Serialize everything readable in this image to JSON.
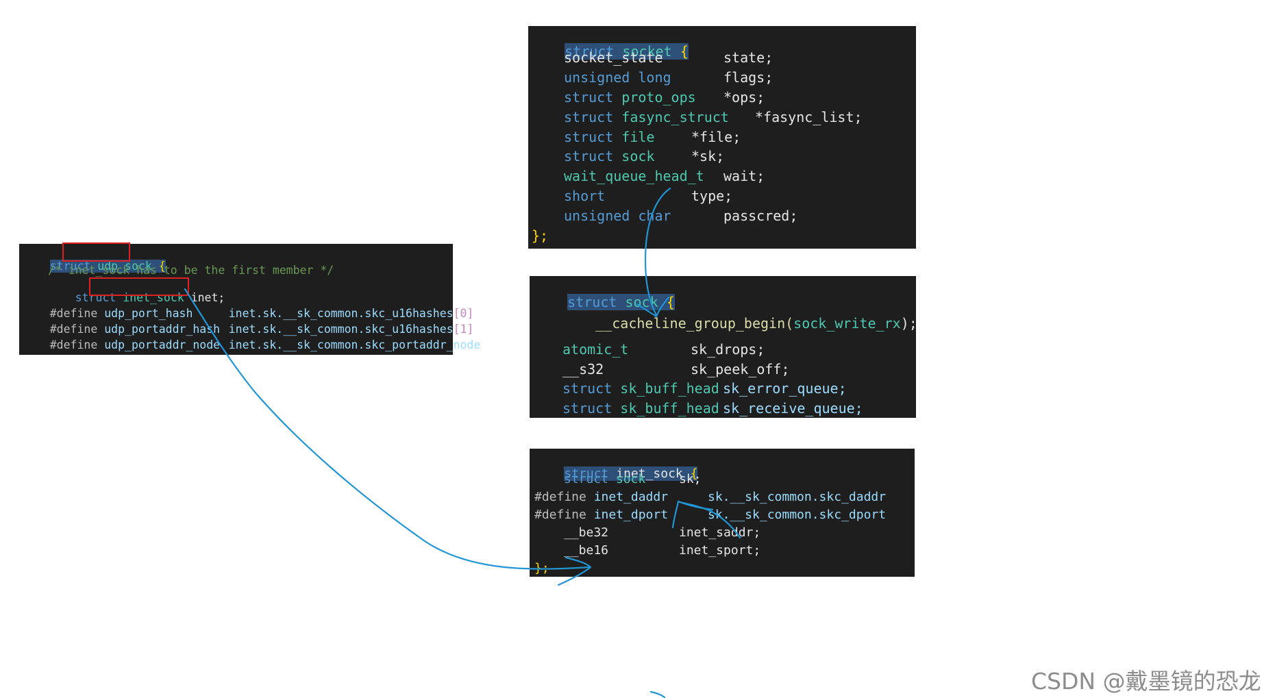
{
  "udp_sock": {
    "l1": {
      "a": "struct",
      "b": "udp_sock",
      "c": "{"
    },
    "l2": "/* inet_sock has to be the first member */",
    "l3": {
      "a": "struct",
      "b": "inet_sock",
      "c": "inet;"
    },
    "l4": {
      "a": "#define",
      "b": "udp_port_hash",
      "c": "inet.sk.__sk_common.skc_u16hashes",
      "d": "[0]"
    },
    "l5": {
      "a": "#define",
      "b": "udp_portaddr_hash",
      "c": "inet.sk.__sk_common.skc_u16hashes",
      "d": "[1]"
    },
    "l6": {
      "a": "#define",
      "b": "udp_portaddr_node",
      "c": "inet.sk.__sk_common.skc_portaddr_node"
    }
  },
  "socket": {
    "l1": {
      "a": "struct",
      "b": "socket",
      "c": "{"
    },
    "l2": {
      "a": "socket_state",
      "b": "state;"
    },
    "l3": {
      "a": "unsigned",
      "a2": "long",
      "b": "flags;"
    },
    "l4": {
      "a": "struct",
      "a2": "proto_ops",
      "b": "*ops;"
    },
    "l5": {
      "a": "struct",
      "a2": "fasync_struct",
      "b": "*fasync_list;"
    },
    "l6": {
      "a": "struct",
      "a2": "file",
      "b": "*file;"
    },
    "l7": {
      "a": "struct",
      "a2": "sock",
      "b": "*sk;"
    },
    "l8": {
      "a": "wait_queue_head_t",
      "b": "wait;"
    },
    "l9": {
      "a": "short",
      "b": "type;"
    },
    "l10": {
      "a": "unsigned",
      "a2": "char",
      "b": "passcred;"
    },
    "l11": "};"
  },
  "sock": {
    "l1": {
      "a": "struct",
      "b": "sock",
      "c": "{"
    },
    "l2": {
      "a": "__cacheline_group_begin(",
      "b": "sock_write_rx",
      "c": ");"
    },
    "l3": {
      "a": "atomic_t",
      "b": "sk_drops;"
    },
    "l4": {
      "a": "__s32",
      "b": "sk_peek_off;"
    },
    "l5": {
      "a": "struct",
      "a2": "sk_buff_head",
      "b": "sk_error_queue;"
    },
    "l6": {
      "a": "struct",
      "a2": "sk_buff_head",
      "b": "sk_receive_queue;"
    }
  },
  "inet_sock": {
    "l1": {
      "a": "struct",
      "b": "inet_sock",
      "c": "{"
    },
    "l2": {
      "a": "struct",
      "a2": "sock",
      "b": "sk;"
    },
    "l3": {
      "a": "#define",
      "b": "inet_daddr",
      "c": "sk.__sk_common.skc_daddr"
    },
    "l4": {
      "a": "#define",
      "b": "inet_dport",
      "c": "sk.__sk_common.skc_dport"
    },
    "l5": {
      "a": "__be32",
      "b": "inet_saddr;"
    },
    "l6": {
      "a": "__be16",
      "b": "inet_sport;"
    },
    "l7": "};"
  },
  "watermark": "CSDN @戴墨镜的恐龙",
  "colors": {
    "panel": "#1e1e1e",
    "arrow": "#2196d6",
    "highlight_box": "#e02020"
  }
}
